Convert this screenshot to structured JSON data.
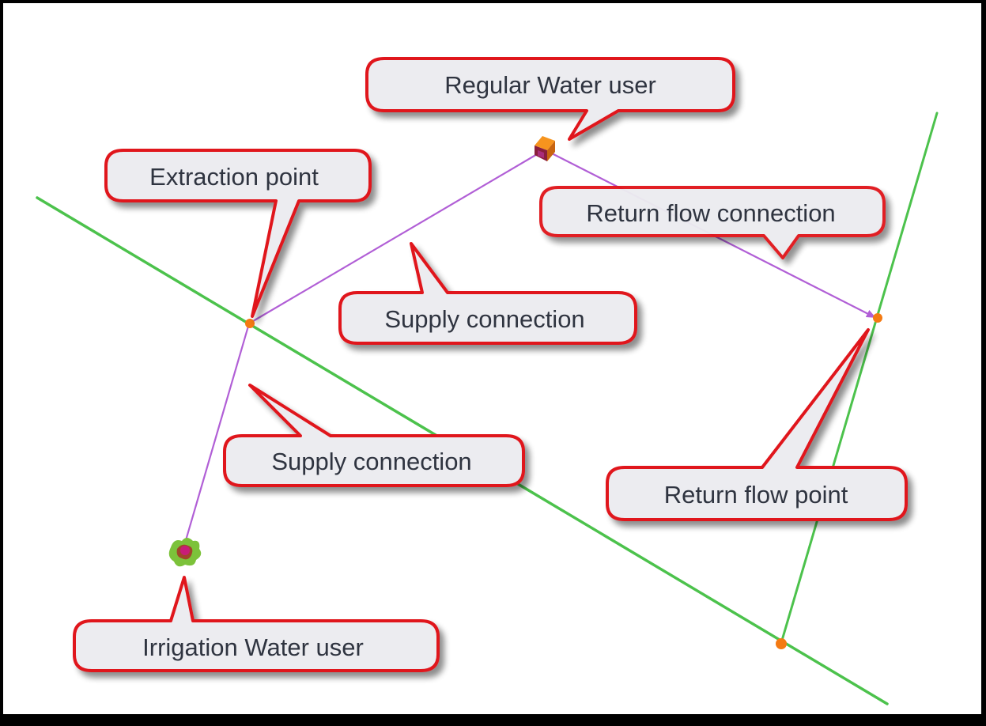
{
  "diagram": {
    "colors": {
      "river": "#4cc24c",
      "connection": "#b15fd6",
      "node": "#f47a12",
      "callout_border": "#e0141c",
      "callout_fill": "#ececf0",
      "text": "#2f3440"
    },
    "elements": [
      {
        "id": "regular-water-user",
        "icon": "house-icon",
        "type": "water-user"
      },
      {
        "id": "irrigation-water-user",
        "icon": "crop-field-icon",
        "type": "water-user"
      },
      {
        "id": "extraction-point",
        "icon": "node-dot",
        "type": "node"
      },
      {
        "id": "return-flow-point",
        "icon": "node-dot",
        "type": "node"
      },
      {
        "id": "confluence-point",
        "icon": "node-dot",
        "type": "node"
      }
    ],
    "connections": [
      {
        "from": "extraction-point",
        "to": "regular-water-user",
        "kind": "supply"
      },
      {
        "from": "extraction-point",
        "to": "irrigation-water-user",
        "kind": "supply"
      },
      {
        "from": "regular-water-user",
        "to": "return-flow-point",
        "kind": "return-flow",
        "arrow": true
      }
    ],
    "callouts": {
      "regular_water_user": "Regular Water user",
      "extraction_point": "Extraction point",
      "return_flow_connection": "Return flow connection",
      "supply_connection_upper": "Supply connection",
      "supply_connection_lower": "Supply connection",
      "return_flow_point": "Return flow point",
      "irrigation_water_user": "Irrigation Water user"
    }
  }
}
